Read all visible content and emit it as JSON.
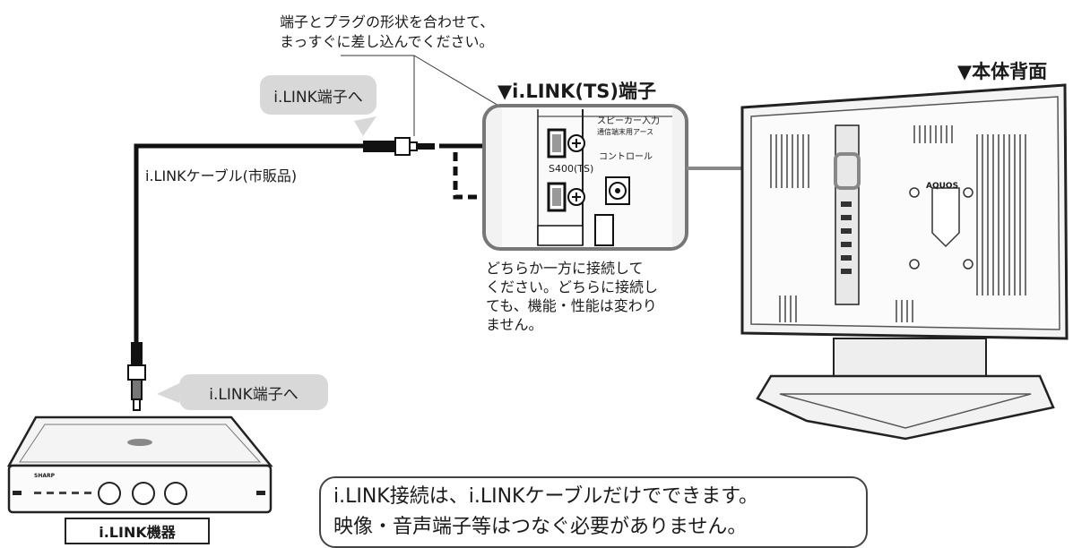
{
  "instruction": {
    "line1": "端子とプラグの形状を合わせて、",
    "line2": "まっすぐに差し込んでください。"
  },
  "callout_top": "i.LINK端子へ",
  "callout_bottom": "i.LINK端子へ",
  "cable_label": "i.LINKケーブル(市販品)",
  "terminal_heading": "▼i.LINK(TS)端子",
  "rear_heading": "▼本体背面",
  "panel": {
    "speaker_input": "スピーカー入力",
    "ground": "通信端末用アース",
    "s400": "S400(TS)",
    "control": "コントロール"
  },
  "tv_brand": "AQUOS",
  "device_brand": "SHARP",
  "note": {
    "line1": "どちらか一方に接続して",
    "line2": "ください。どちらに接続し",
    "line3": "ても、機能・性能は変わり",
    "line4": "ません。"
  },
  "device_label": "i.LINK機器",
  "info_box": {
    "line1": "i.LINK接続は、i.LINKケーブルだけでできます。",
    "line2": "映像・音声端子等はつなぐ必要がありません。"
  }
}
